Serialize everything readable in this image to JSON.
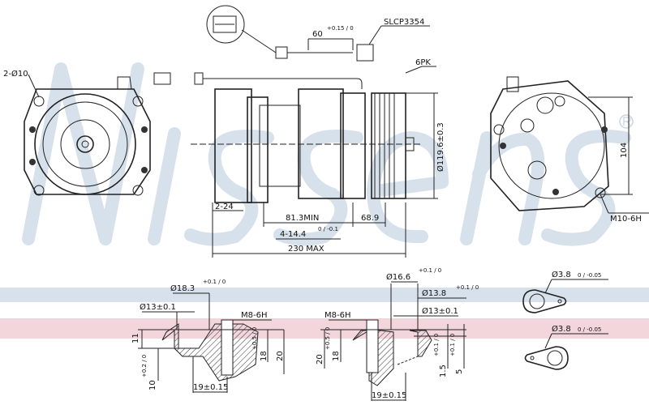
{
  "brand": {
    "watermark": "Nissens",
    "registered": "®",
    "band_colors": {
      "blue": "#d7e1ec",
      "red": "#f3d5dc"
    }
  },
  "top_view": {
    "connector_part": "SLCP3354",
    "cable_length": "60",
    "cable_tol": "+0.15 / 0",
    "pulley": "6PK"
  },
  "front_view": {
    "mount_holes": "2-Ø10"
  },
  "side_view": {
    "pulley_diameter": "Ø119.6±0.3",
    "bolt": "2-24",
    "min_length": "81.3MIN",
    "pulley_offset": "68.9",
    "hole_spec": "4-14.4",
    "hole_tol": "0 / -0.1",
    "max_length": "230 MAX"
  },
  "rear_view": {
    "height": "104",
    "thread": "M10-6H"
  },
  "section_left": {
    "bore_outer": "Ø18.3",
    "bore_outer_tol": "+0.1 / 0",
    "bore_inner": "Ø13±0.1",
    "thread": "M8-6H",
    "depth_11": "11",
    "depth_10": "10",
    "depth_10_tol": "+0.2 / 0",
    "depth_18": "18",
    "depth_18_tol": "+0.5 / 0",
    "depth_20": "20",
    "spacing": "19±0.15"
  },
  "section_right": {
    "bore_outer": "Ø16.6",
    "bore_outer_tol": "+0.1 / 0",
    "bore_mid": "Ø13.8",
    "bore_mid_tol": "+0.1 / 0",
    "bore_inner": "Ø13±0.1",
    "thread": "M8-6H",
    "depth_20": "20",
    "depth_18": "18",
    "depth_18_tol": "+0.5 / 0",
    "depth_1_5": "1.5",
    "depth_1_5_tol": "+0.1 / 0",
    "depth_5": "5",
    "depth_5_tol": "+0.1 / 0",
    "spacing": "19±0.15"
  },
  "o_rings": {
    "top": "Ø3.8",
    "top_tol": "0 / -0.05",
    "bottom": "Ø3.8",
    "bottom_tol": "0 / -0.05"
  }
}
